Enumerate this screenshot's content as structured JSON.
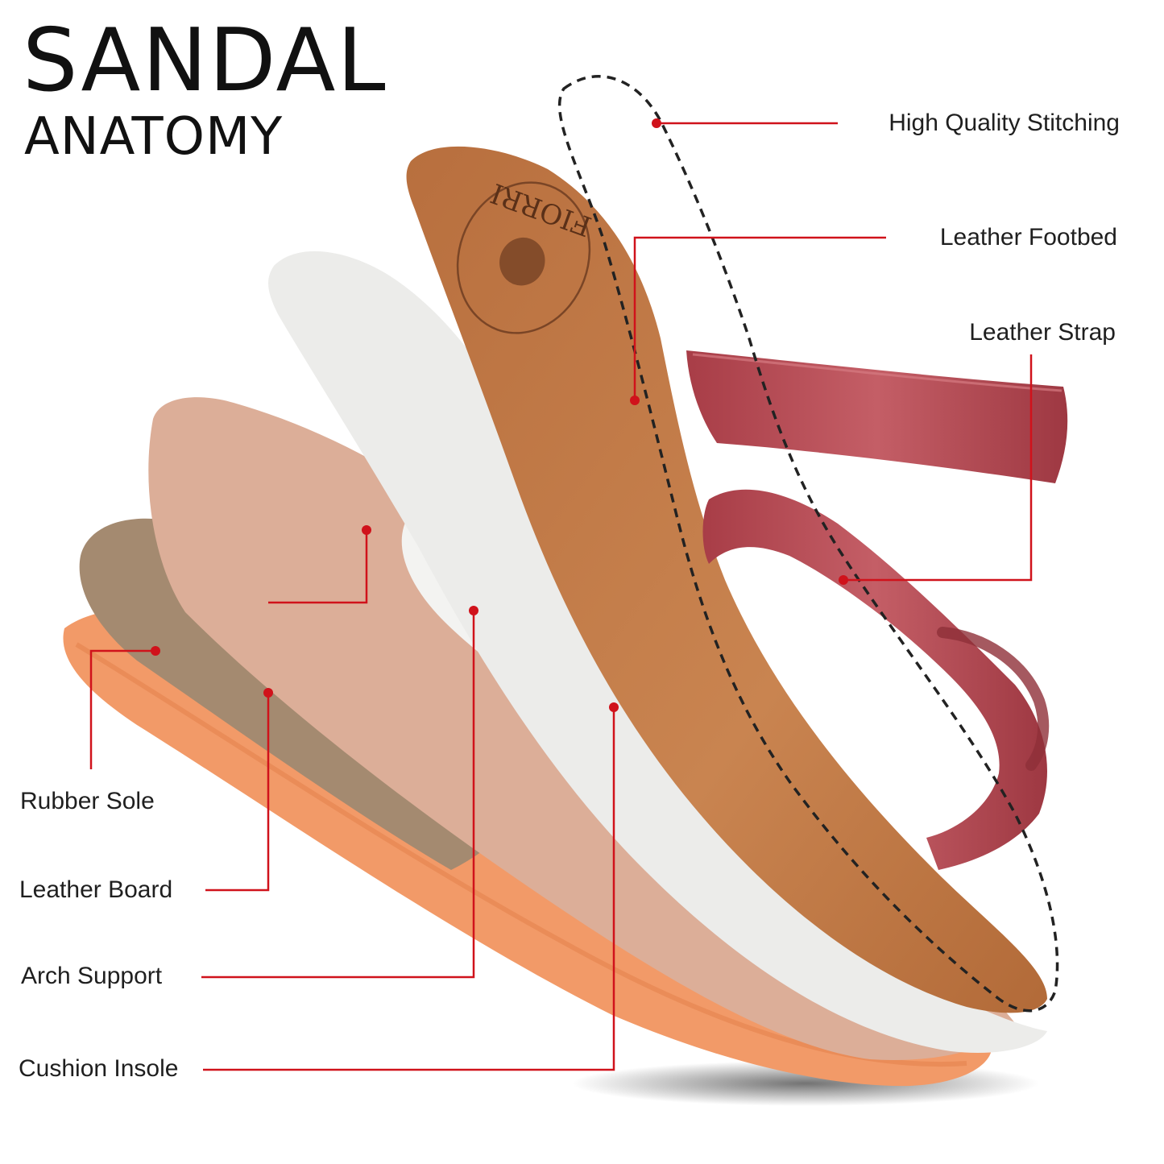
{
  "title": {
    "line1": "SANDAL",
    "line2": "ANATOMY"
  },
  "brand": {
    "logo_text": "FIORRI"
  },
  "callouts": {
    "stitching": "High Quality Stitching",
    "footbed": "Leather Footbed",
    "strap": "Leather Strap",
    "rubber_sole": "Rubber Sole",
    "leather_board": "Leather Board",
    "arch_support": "Arch Support",
    "cushion_insole": "Cushion Insole"
  },
  "colors": {
    "leader_line": "#d0121b",
    "footbed": "#c27a45",
    "strap": "#b5464f",
    "cushion": "#ececea",
    "cork": "#dcae98",
    "board": "#a48a70",
    "rubber": "#f29a68"
  }
}
